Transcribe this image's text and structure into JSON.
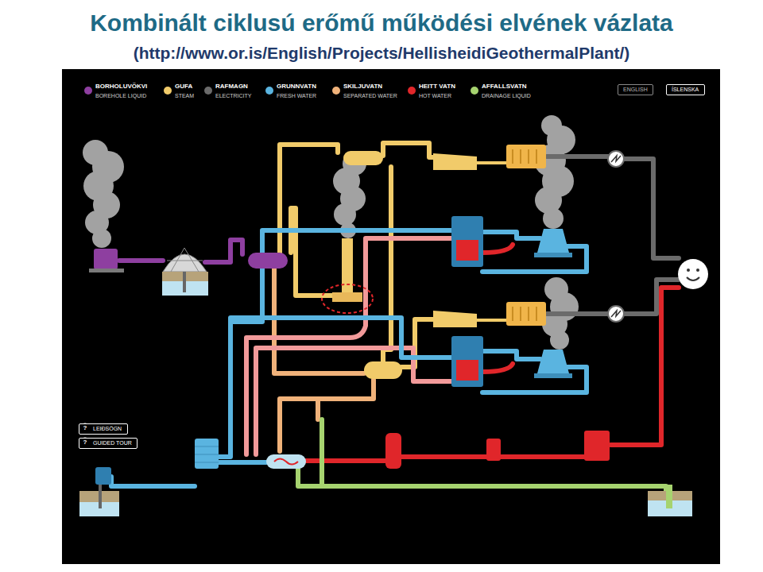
{
  "diagram": {
    "title": "Kombinált ciklusú erőmű működési elvének vázlata",
    "nodes": [
      {
        "text": [
          "ENGLISH"
        ]
      },
      {
        "text": [
          "ÍSLENSKA"
        ]
      },
      {
        "text": [
          "LEIÐSÖGN"
        ]
      },
      {
        "text": [
          "GUIDED TOUR"
        ]
      }
    ],
    "labels": [
      "(http://www.or.is/English/Projects/HellisheidiGeothermalPlant/)",
      "BOREHOLE LIQUID",
      "STEAM",
      "ELECTRICITY",
      "FRESH WATER",
      "SEPARATED WATER",
      "HOT WATER",
      "DRAINAGE LIQUID",
      "?",
      "?"
    ],
    "legend": [
      {
        "text": "BORHOLUVÖKVI",
        "color": "#8e3fa0"
      },
      {
        "text": "GUFA",
        "color": "#f1cb6a"
      },
      {
        "text": "RAFMAGN",
        "color": "#6b6b6b"
      },
      {
        "text": "GRUNNVATN",
        "color": "#5ab4e0"
      },
      {
        "text": "SKILJUVATN",
        "color": "#f0b27a"
      },
      {
        "text": "HEITT VATN",
        "color": "#e0262a"
      },
      {
        "text": "AFFALLSVATN",
        "color": "#a6d36f"
      }
    ]
  }
}
